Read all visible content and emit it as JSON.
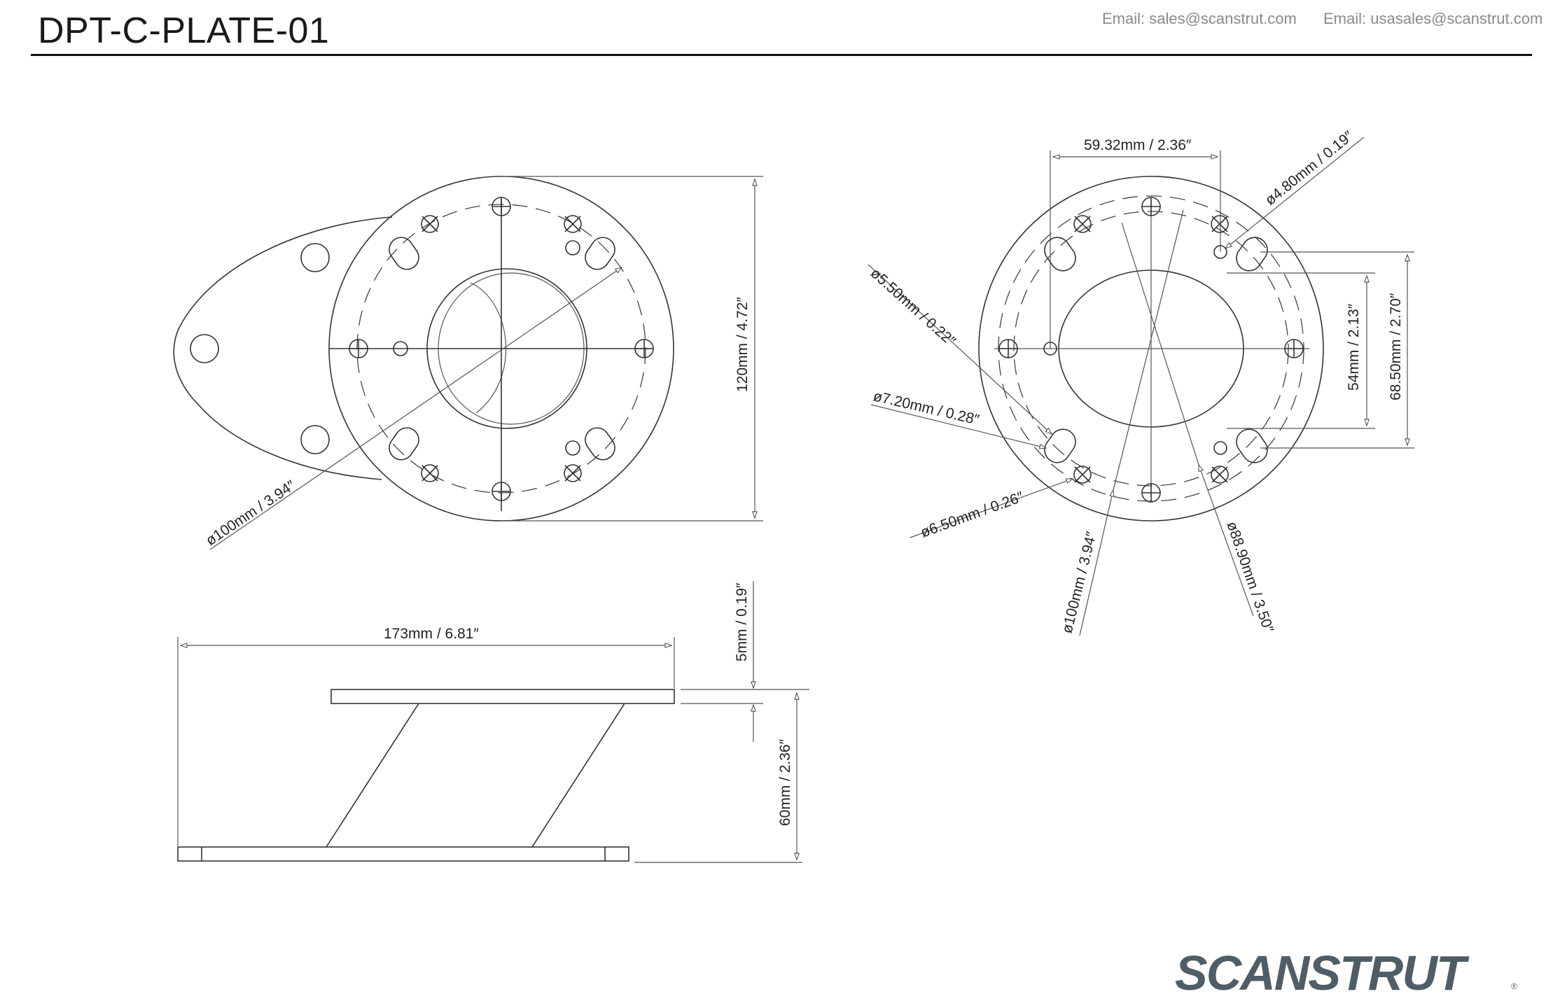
{
  "header": {
    "title": "DPT-C-PLATE-01",
    "email_primary": "Email: sales@scanstrut.com",
    "email_us": "Email: usasales@scanstrut.com"
  },
  "brand": {
    "name": "SCANSTRUT",
    "mark": "®",
    "color": "#4f5d66"
  },
  "dimensions": {
    "top_view_diameter": "ø100mm / 3.94″",
    "top_view_height": "120mm / 4.72″",
    "side_length": "173mm / 6.81″",
    "side_plate_thickness": "5mm / 0.19″",
    "side_height": "60mm / 2.36″",
    "hole_spacing_horizontal": "59.32mm / 2.36″",
    "small_hole_diameter": "ø4.80mm / 0.19″",
    "slot_width": "ø5.50mm / 0.22″",
    "slot_length": "ø7.20mm / 0.28″",
    "hole_diameter_650": "ø6.50mm / 0.26″",
    "pcd_100": "ø100mm / 3.94″",
    "pcd_8890": "ø88.90mm / 3.50″",
    "slot_spacing_inner": "54mm / 2.13″",
    "slot_spacing_outer": "68.50mm / 2.70″"
  }
}
